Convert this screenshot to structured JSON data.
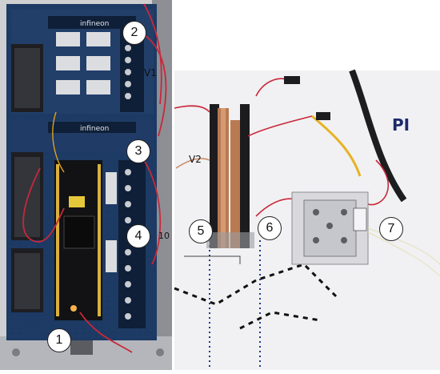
{
  "callouts": [
    {
      "label": "1"
    },
    {
      "label": "2"
    },
    {
      "label": "3"
    },
    {
      "label": "4"
    },
    {
      "label": "5"
    },
    {
      "label": "6"
    },
    {
      "label": "7"
    }
  ],
  "photo_text": {
    "brand_top": "infineon",
    "brand_mid": "infineon",
    "label_v1": "V1",
    "label_v2": "V2",
    "label_10": "10",
    "logo_pi": "PI"
  },
  "colors": {
    "pcb": "#1c3a63",
    "background_paper": "#f1f1f3",
    "wire_red": "#c8283a",
    "copper": "#b97a52",
    "stage_metal": "#d9d9dd"
  }
}
